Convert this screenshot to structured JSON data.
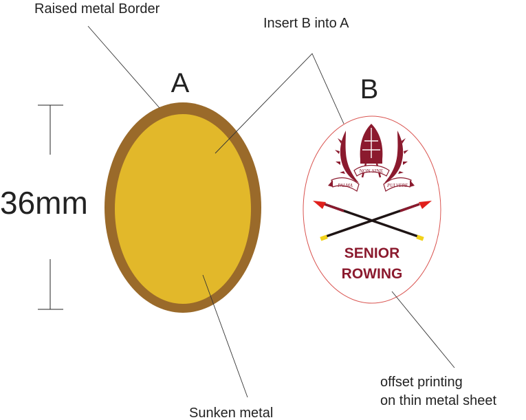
{
  "labels": {
    "raised_border": "Raised metal Border",
    "insert": "Insert B into A",
    "sunken": "Sunken metal",
    "offset_line1": "offset printing",
    "offset_line2": "on thin metal sheet",
    "dimension": "36mm",
    "part_a": "A",
    "part_b": "B"
  },
  "badge": {
    "motto_top": "NON SINE",
    "motto_left": "PALMA",
    "motto_right": "PULVERE",
    "line1": "SENIOR",
    "line2": "ROWING"
  },
  "colors": {
    "border": "#9a6a2a",
    "fill": "#e2b82a",
    "badge_text": "#8b1a2e",
    "badge_outline": "#d9534f",
    "oar_tip_red": "#e0201c",
    "oar_tip_yellow": "#f2d21a",
    "oar_shaft": "#1e1414"
  }
}
